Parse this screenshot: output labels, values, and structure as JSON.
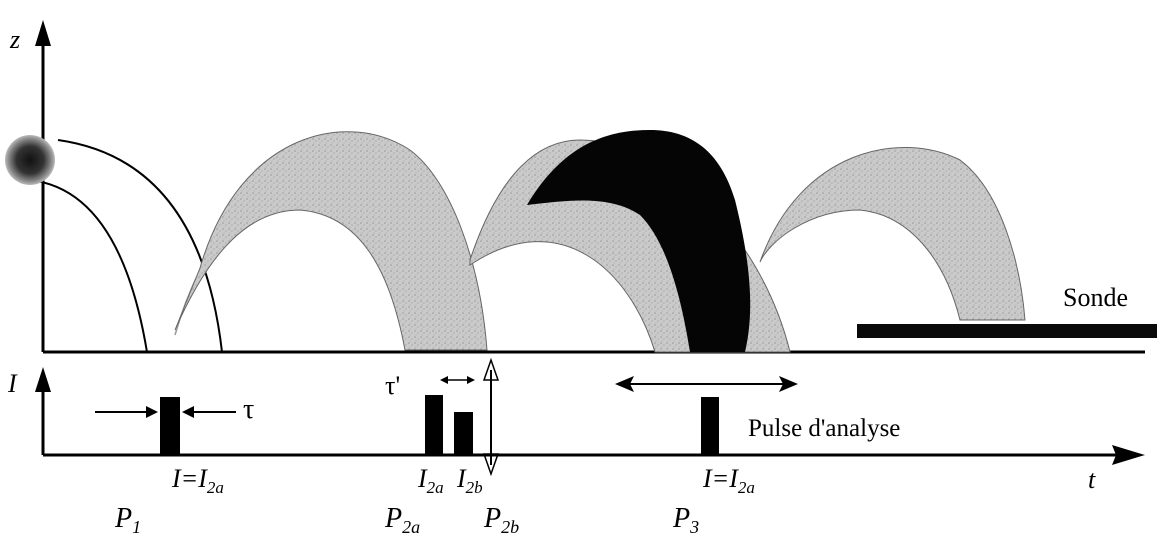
{
  "axes": {
    "z_label": "z",
    "i_label": "I",
    "t_label": "t"
  },
  "labels": {
    "sonde": "Sonde",
    "pulse": "Pulse d'analyse",
    "tau": "τ",
    "tau_prime": "τ'"
  },
  "pulses": [
    {
      "id": "p1",
      "intensity_label_main": "I=I",
      "intensity_label_sub": "2a",
      "position_label_main": "P",
      "position_label_sub": "1"
    },
    {
      "id": "p2a",
      "intensity_label_main": "I",
      "intensity_label_sub": "2a",
      "position_label_main": "P",
      "position_label_sub": "2a"
    },
    {
      "id": "p2b",
      "intensity_label_main": "I",
      "intensity_label_sub": "2b",
      "position_label_main": "P",
      "position_label_sub": "2b"
    },
    {
      "id": "p3",
      "intensity_label_main": "I=I",
      "intensity_label_sub": "2a",
      "position_label_main": "P",
      "position_label_sub": "3"
    }
  ],
  "colors": {
    "ink": "#000000",
    "cloud_fill": "#c9c9c9",
    "dark_cloud": "#050505",
    "atom_cloud": "#3a3a3a"
  }
}
